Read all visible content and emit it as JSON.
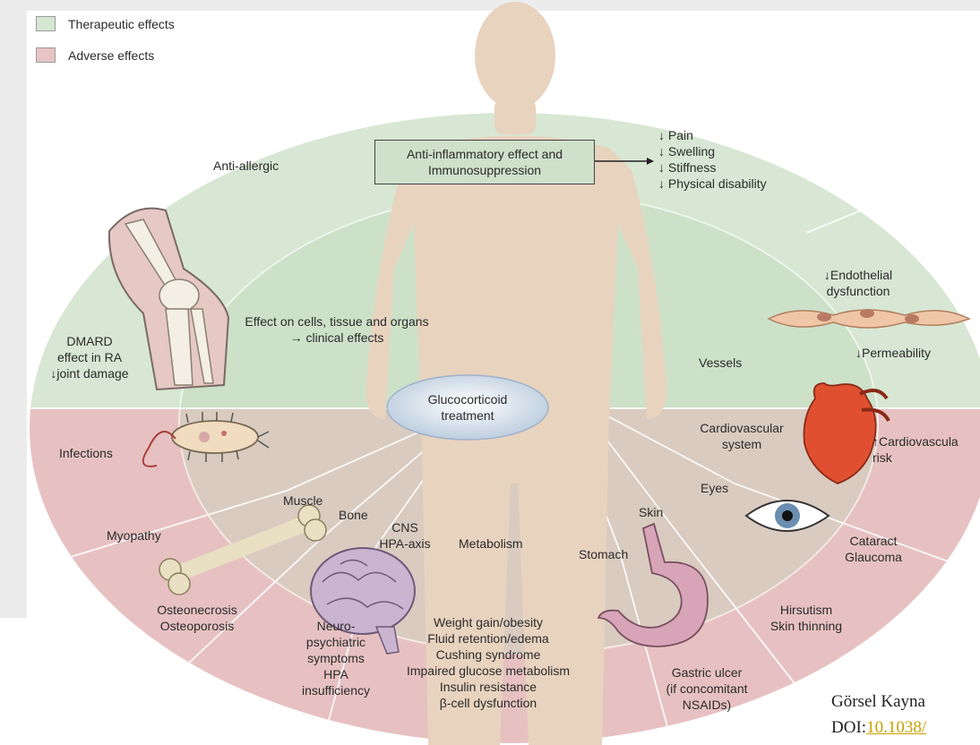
{
  "legend": {
    "therapeutic": {
      "label": "Therapeutic effects",
      "color": "#d5e6d2"
    },
    "adverse": {
      "label": "Adverse effects",
      "color": "#e8c4c4"
    }
  },
  "center": {
    "box": "Anti-inflammatory effect and\nImmunosuppression",
    "outcomes": "↓ Pain\n↓ Swelling\n↓ Stiffness\n↓ Physical disability",
    "cells": "Effect on cells, tissue and organs\n→ clinical effects",
    "treatment": "Glucocorticoid\ntreatment"
  },
  "therapeutic": {
    "anti_allergic": "Anti-allergic",
    "dmard": "DMARD\neffect in RA\n↓joint damage",
    "endothelial": "↓Endothelial\ndysfunction",
    "permeability": "↓Permeability",
    "vessels": "Vessels"
  },
  "adverse": {
    "infections": "Infections",
    "muscle": "Muscle",
    "myopathy": "Myopathy",
    "bone": "Bone",
    "osteo": "Osteonecrosis\nOsteoporosis",
    "cns": "CNS\nHPA-axis",
    "neuro": "Neuro-\npsychiatric\nsymptoms\nHPA\ninsufficiency",
    "metabolism": "Metabolism",
    "metabolic_effects": "Weight gain/obesity\nFluid retention/edema\nCushing syndrome\nImpaired glucose metabolism\nInsulin resistance\nβ-cell dysfunction",
    "stomach": "Stomach",
    "gastric": "Gastric ulcer\n(if concomitant\nNSAIDs)",
    "skin": "Skin",
    "skin_effects": "Hirsutism\nSkin thinning",
    "eyes": "Eyes",
    "eye_effects": "Cataract\nGlaucoma",
    "cardio": "Cardiovascular\nsystem",
    "cardio_risk": "↑Cardiovascula\nrisk"
  },
  "footer": {
    "line1": "Görsel Kayna",
    "doi_prefix": "DOI:",
    "doi_link": "10.1038/"
  }
}
